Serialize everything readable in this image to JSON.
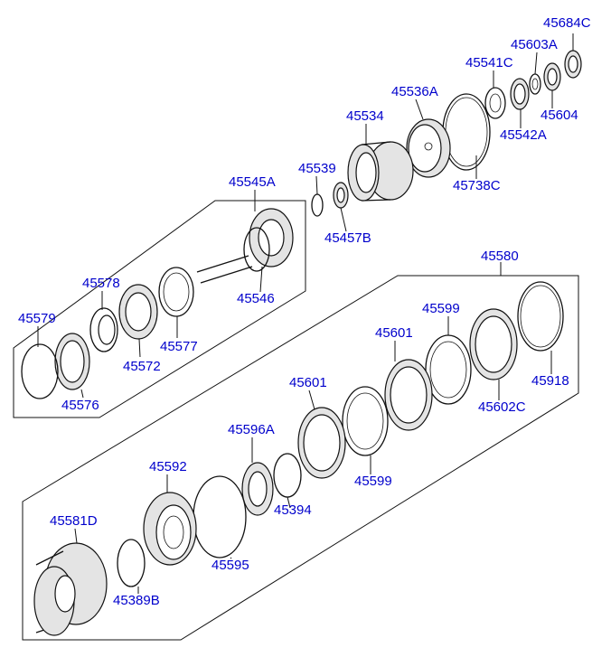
{
  "label_color": "#0000cc",
  "labels": {
    "p45684C": "45684C",
    "p45603A": "45603A",
    "p45541C": "45541C",
    "p45536A": "45536A",
    "p45604": "45604",
    "p45542A": "45542A",
    "p45534": "45534",
    "p45738C": "45738C",
    "p45539": "45539",
    "p45457B": "45457B",
    "p45545A": "45545A",
    "p45546": "45546",
    "p45578": "45578",
    "p45579": "45579",
    "p45572": "45572",
    "p45577": "45577",
    "p45576": "45576",
    "p45580": "45580",
    "p45599a": "45599",
    "p45601a": "45601",
    "p45602C": "45602C",
    "p45918": "45918",
    "p45601b": "45601",
    "p45596A": "45596A",
    "p45599b": "45599",
    "p45592": "45592",
    "p45394": "45394",
    "p45581D": "45581D",
    "p45595": "45595",
    "p45389B": "45389B"
  }
}
